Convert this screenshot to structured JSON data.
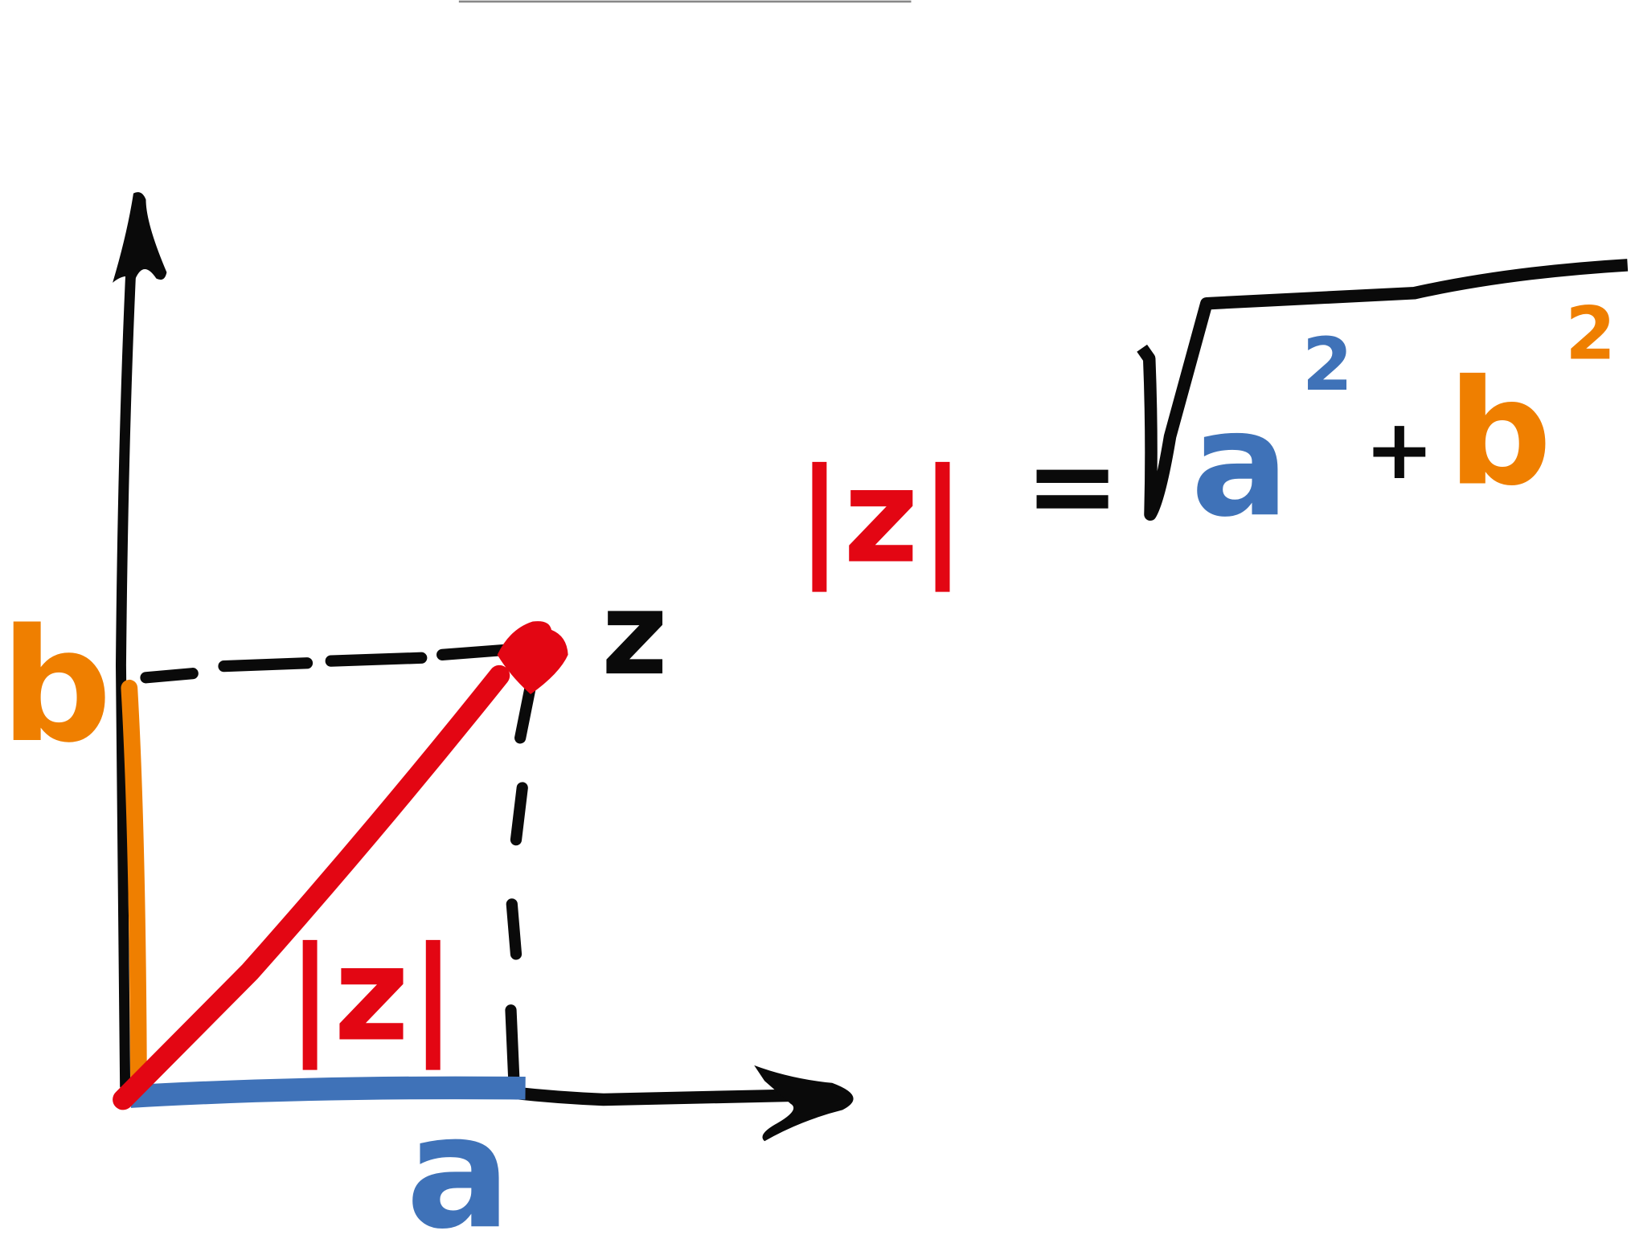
{
  "diagram": {
    "labels": {
      "real_part": "a",
      "imag_part": "b",
      "point": "z",
      "modulus": "|z|"
    },
    "formula": {
      "lhs": "|z|",
      "equals": "=",
      "a": "a",
      "a_exp": "2",
      "plus": "+",
      "b": "b",
      "b_exp": "2"
    },
    "colors": {
      "axes": "#0a0a0a",
      "vector": "#e30613",
      "real_part": "#3f72b8",
      "imag_part": "#ef7f00",
      "top_rule": "#888888"
    }
  }
}
